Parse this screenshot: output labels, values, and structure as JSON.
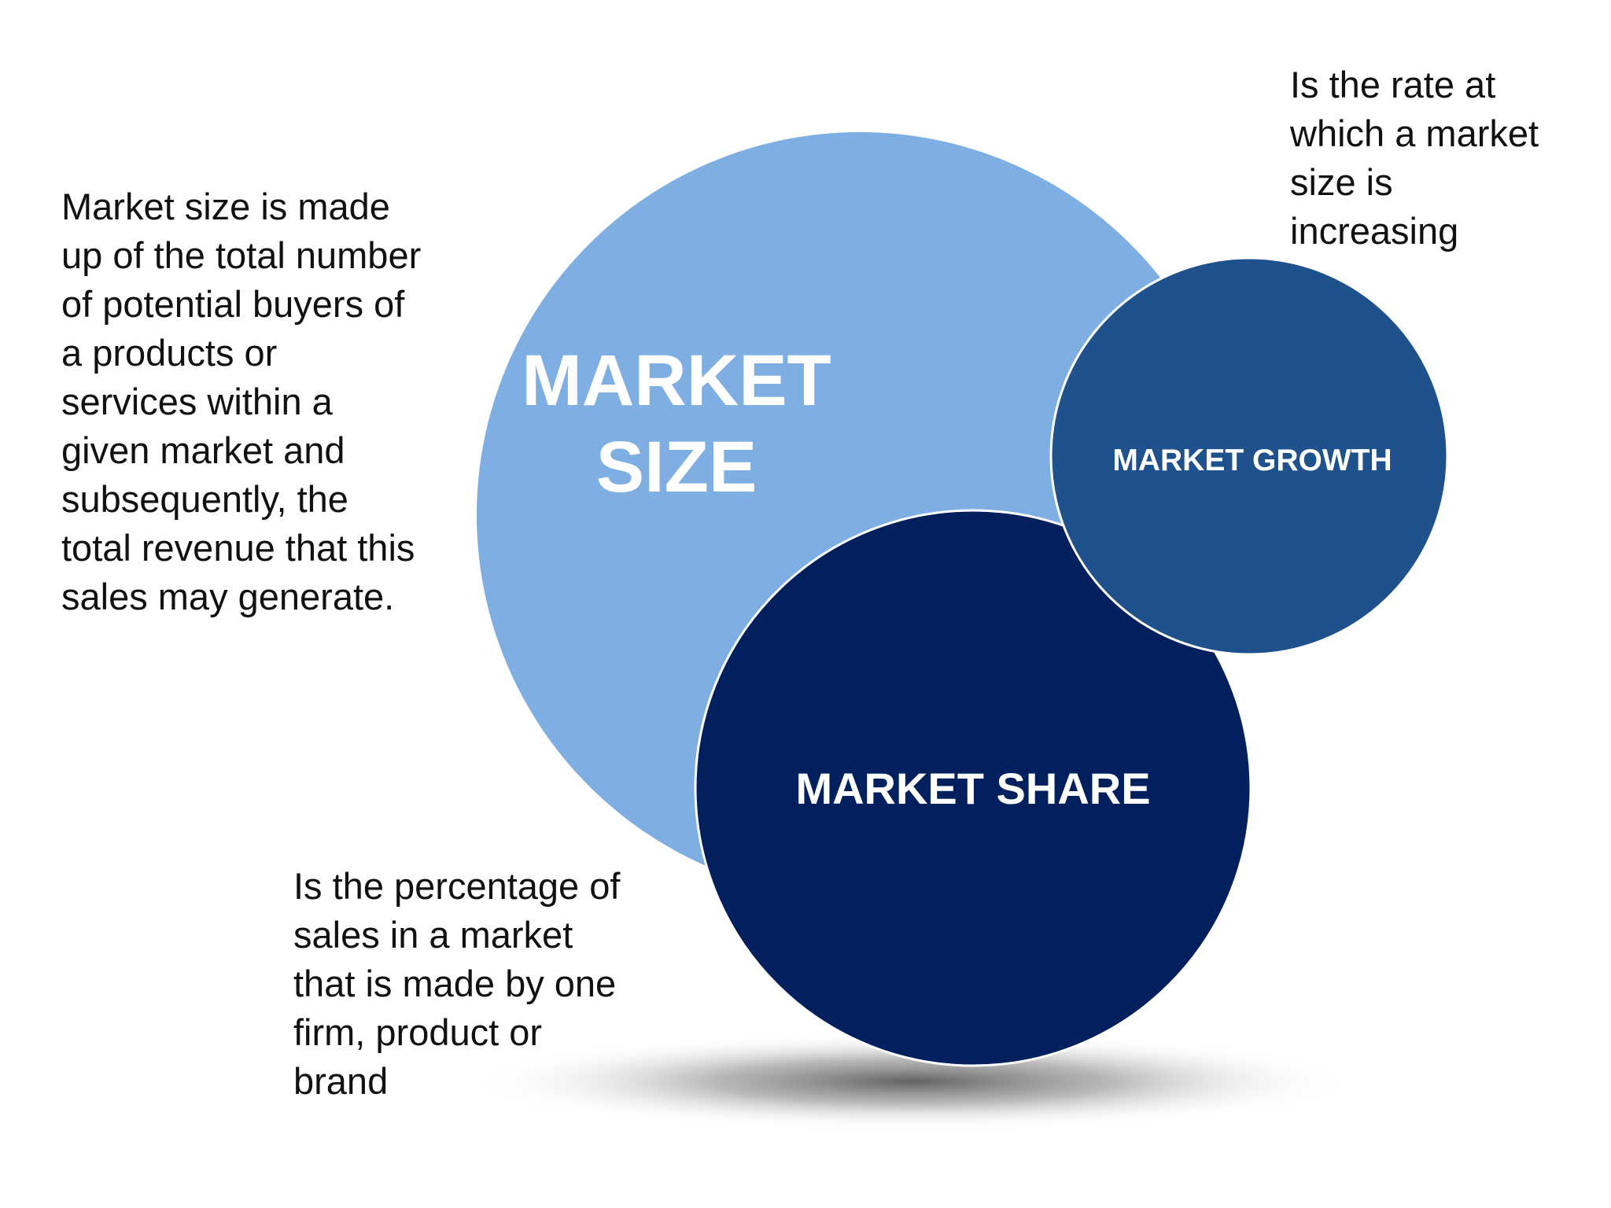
{
  "colors": {
    "market_size_circle": "#7FAFE2",
    "market_growth_circle": "#1F518C",
    "market_share_circle": "#021F5E",
    "label_text": "#FFFFFF",
    "body_text": "#111111",
    "background": "#FFFFFF"
  },
  "circles": {
    "market_size": {
      "label_line1": "MARKET",
      "label_line2": "SIZE"
    },
    "market_growth": {
      "label": "MARKET GROWTH"
    },
    "market_share": {
      "label": "MARKET SHARE"
    }
  },
  "descriptions": {
    "market_size": "Market size is made\nup of the total number\nof potential buyers of\na products or\nservices within a\ngiven market and\nsubsequently, the\ntotal revenue that this\nsales may generate.",
    "market_growth": "Is the rate at\nwhich a market\nsize is\nincreasing",
    "market_share": "Is the percentage of\nsales in a market\nthat is made by one\nfirm, product or\nbrand"
  }
}
